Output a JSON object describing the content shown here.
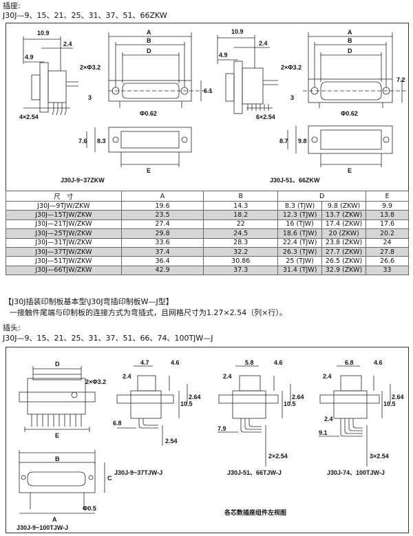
{
  "receptacle": {
    "heading": "插座:",
    "models": "J30J—9、15、21、25、31、37、51、66ZKW",
    "left_drawing": {
      "caption": "J30J-9~37ZKW",
      "dims": {
        "d1": "10.9",
        "d2": "2.4",
        "d3": "4.9",
        "d4": "4×2.54",
        "d5": "3",
        "holes": "2×Φ3.2",
        "a": "A",
        "b": "B",
        "d": "D",
        "e": "E",
        "h": "6.1",
        "pin": "Φ0.62",
        "w": "7.6",
        "w2": "8.3"
      }
    },
    "right_drawing": {
      "caption": "J30J-51、66ZKW",
      "dims": {
        "d1": "10.9",
        "d2": "2.4",
        "d3": "4.9",
        "d4": "6×2.54",
        "d5": "3",
        "holes": "2×Φ3.2",
        "a": "A",
        "b": "B",
        "d": "D",
        "e": "E",
        "h": "7.2",
        "pin": "Φ0.62",
        "w": "8.7",
        "w2": "9.8"
      }
    }
  },
  "table": {
    "headers": [
      "尺　寸",
      "A",
      "B",
      "D",
      "E"
    ],
    "rows": [
      {
        "model": "J30J—9TJW/ZKW",
        "a": "19.6",
        "b": "14.3",
        "d1": "8.3 (TJW)",
        "d2": "9.8 (ZKW)",
        "e": "9.9",
        "shade": false
      },
      {
        "model": "J30J—15TJW/ZKW",
        "a": "23.5",
        "b": "18.2",
        "d1": "12.3 (TJW)",
        "d2": "13.7 (ZKW)",
        "e": "13.8",
        "shade": true
      },
      {
        "model": "J30J—21TJW/ZKW",
        "a": "27.4",
        "b": "22",
        "d1": "16 (TJW)",
        "d2": "17.4 (ZKW)",
        "e": "17.6",
        "shade": false
      },
      {
        "model": "J30J—25TJW/ZKW",
        "a": "29.8",
        "b": "24.5",
        "d1": "18.6 (TJW)",
        "d2": "20 (ZKW)",
        "e": "20.2",
        "shade": true
      },
      {
        "model": "J30J—31TJW/ZKW",
        "a": "33.6",
        "b": "28.3",
        "d1": "22.4 (TJW)",
        "d2": "23.8 (ZKW)",
        "e": "24",
        "shade": false
      },
      {
        "model": "J30J—37TJW/ZKW",
        "a": "37.4",
        "b": "32.2",
        "d1": "26.3 (TJW)",
        "d2": "27.7 (ZKW)",
        "e": "27.8",
        "shade": true
      },
      {
        "model": "J30J—51TJW/ZKW",
        "a": "36.4",
        "b": "30.86",
        "d1": "25 (TJW)",
        "d2": "26.5 (ZKW)",
        "e": "26.6",
        "shade": false
      },
      {
        "model": "J30J—66TJW/ZKW",
        "a": "42.9",
        "b": "37.3",
        "d1": "31.4 (TJW)",
        "d2": "32.9 (ZKW)",
        "e": "33",
        "shade": true
      }
    ]
  },
  "note": {
    "title": "【J30J插装印制板基本型\\J30J弯插印制板W—J型】",
    "text": "一接触件尾端与印制板的连接方式为弯插式，且网格尺寸为1.27×2.54（列×行）。"
  },
  "plug": {
    "heading": "插头:",
    "models": "J30J—9、15、21、25、31、37、51、66、74、100TJW—J",
    "top_left": {
      "d": "D",
      "e": "E",
      "holes": "2×Φ3.2"
    },
    "bottom_left": {
      "caption": "J30J-9~100TJW-J",
      "b": "B",
      "c": "C",
      "a": "A",
      "pin": "Φ0.5"
    },
    "side1": {
      "caption": "J30J-9~37TJW-J",
      "w": "4.7",
      "h1": "2.4",
      "h2": "4.6",
      "h3": "10.5",
      "h4": "2.64",
      "off": "6.8",
      "pitch": "2.54"
    },
    "side2": {
      "caption": "J30J-51、66TJW-J",
      "w": "5.8",
      "h1": "2.4",
      "h2": "4.6",
      "h3": "10.5",
      "h4": "2.64",
      "off": "7.9",
      "pitch": "2×2.54"
    },
    "side3": {
      "caption": "J30J-74、100TJW-J",
      "w": "6.8",
      "h1": "2.4",
      "h2": "4.6",
      "h3": "10.5",
      "h4": "2.64",
      "h5": "2.4",
      "off": "9.1",
      "pitch": "3×2.54"
    },
    "footer": "各芯数插座组件左视图"
  }
}
